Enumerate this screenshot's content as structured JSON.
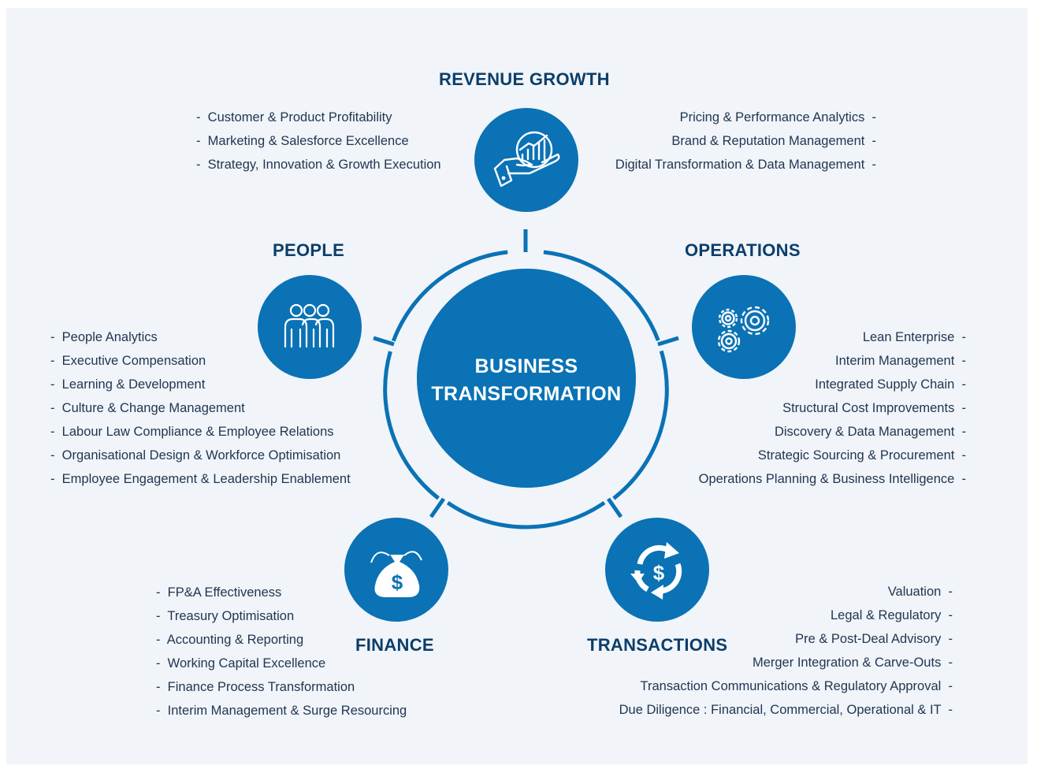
{
  "center": {
    "line1": "BUSINESS",
    "line2": "TRANSFORMATION"
  },
  "colors": {
    "primary": "#0a72b5",
    "title": "#0b3e6b",
    "text": "#1f3552",
    "background": "#f1f4f8"
  },
  "nodes": {
    "revenue_growth": {
      "title": "REVENUE GROWTH",
      "icon": "hand-growth-chart-icon",
      "items_left": [
        "Customer & Product Profitability",
        "Marketing & Salesforce Excellence",
        "Strategy, Innovation & Growth Execution"
      ],
      "items_right": [
        "Pricing & Performance Analytics",
        "Brand & Reputation Management",
        "Digital Transformation & Data Management"
      ]
    },
    "people": {
      "title": "PEOPLE",
      "icon": "people-group-icon",
      "items": [
        "People Analytics",
        "Executive Compensation",
        "Learning & Development",
        "Culture & Change Management",
        "Labour Law Compliance & Employee Relations",
        "Organisational Design & Workforce Optimisation",
        "Employee Engagement & Leadership Enablement"
      ]
    },
    "operations": {
      "title": "OPERATIONS",
      "icon": "gears-icon",
      "items": [
        "Lean Enterprise",
        "Interim Management",
        "Integrated Supply Chain",
        "Structural Cost Improvements",
        "Discovery & Data Management",
        "Strategic Sourcing & Procurement",
        "Operations Planning & Business Intelligence"
      ]
    },
    "finance": {
      "title": "FINANCE",
      "icon": "money-bag-icon",
      "items": [
        "FP&A Effectiveness",
        "Treasury Optimisation",
        "Accounting & Reporting",
        "Working Capital Excellence",
        "Finance Process Transformation",
        "Interim Management & Surge Resourcing"
      ]
    },
    "transactions": {
      "title": "TRANSACTIONS",
      "icon": "dollar-cycle-icon",
      "items": [
        "Valuation",
        "Legal & Regulatory",
        "Pre & Post-Deal Advisory",
        "Merger Integration & Carve-Outs",
        "Transaction Communications & Regulatory Approval",
        "Due Diligence : Financial, Commercial, Operational & IT"
      ]
    }
  }
}
